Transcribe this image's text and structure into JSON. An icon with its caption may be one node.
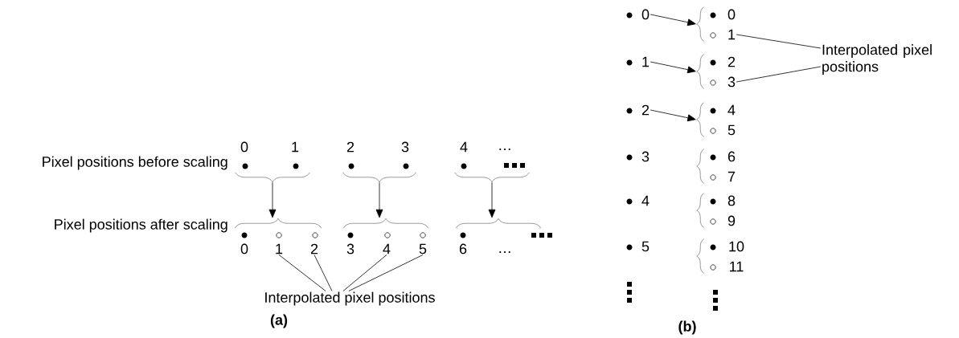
{
  "diagram": {
    "nodes": [
      {
        "text": [
          "Interpolated pixel positions"
        ]
      },
      {
        "text": [],
        "shape": "brace"
      },
      {
        "text": [],
        "shape": "brace"
      },
      {
        "text": [],
        "shape": "brace"
      },
      {
        "text": [],
        "shape": "brace"
      },
      {
        "text": [],
        "shape": "brace"
      },
      {
        "text": [],
        "shape": "brace"
      },
      {
        "text": [
          "1"
        ]
      },
      {
        "text": [
          "2"
        ]
      },
      {
        "text": [
          "4"
        ]
      },
      {
        "text": [
          "5"
        ]
      },
      {
        "text": [
          "Interpolated pixel positions"
        ]
      },
      {
        "text": [
          "0"
        ]
      },
      {
        "text": [
          "1"
        ]
      },
      {
        "text": [
          "2"
        ]
      },
      {
        "text": [],
        "shape": "brace"
      },
      {
        "text": [],
        "shape": "brace"
      },
      {
        "text": [],
        "shape": "brace"
      },
      {
        "text": [],
        "shape": "brace"
      },
      {
        "text": [],
        "shape": "brace"
      },
      {
        "text": [],
        "shape": "brace"
      },
      {
        "text": [
          "1"
        ]
      },
      {
        "text": [
          "3"
        ]
      }
    ],
    "edges": [
      {
        "from": 1,
        "to": 4,
        "arrow": "to"
      },
      {
        "from": 2,
        "to": 5,
        "arrow": "to"
      },
      {
        "from": 3,
        "to": 6,
        "arrow": "to"
      },
      {
        "from": 0,
        "to": 7,
        "arrow": "none"
      },
      {
        "from": 0,
        "to": 8,
        "arrow": "none"
      },
      {
        "from": 0,
        "to": 9,
        "arrow": "none"
      },
      {
        "from": 0,
        "to": 10,
        "arrow": "none"
      },
      {
        "from": 12,
        "to": 15,
        "arrow": "to"
      },
      {
        "from": 13,
        "to": 16,
        "arrow": "to"
      },
      {
        "from": 14,
        "to": 17,
        "arrow": "to"
      },
      {
        "from": 11,
        "to": 21,
        "arrow": "none"
      },
      {
        "from": 11,
        "to": 22,
        "arrow": "none"
      }
    ],
    "labels": [
      "Pixel positions before scaling",
      "0",
      "1",
      "2",
      "3",
      "4",
      "…",
      "Pixel positions after scaling",
      "0",
      "3",
      "6",
      "…",
      "(a)",
      "0",
      "2",
      "4",
      "5",
      "3",
      "6",
      "7",
      "4",
      "8",
      "9",
      "5",
      "10",
      "11",
      "(b)"
    ]
  }
}
